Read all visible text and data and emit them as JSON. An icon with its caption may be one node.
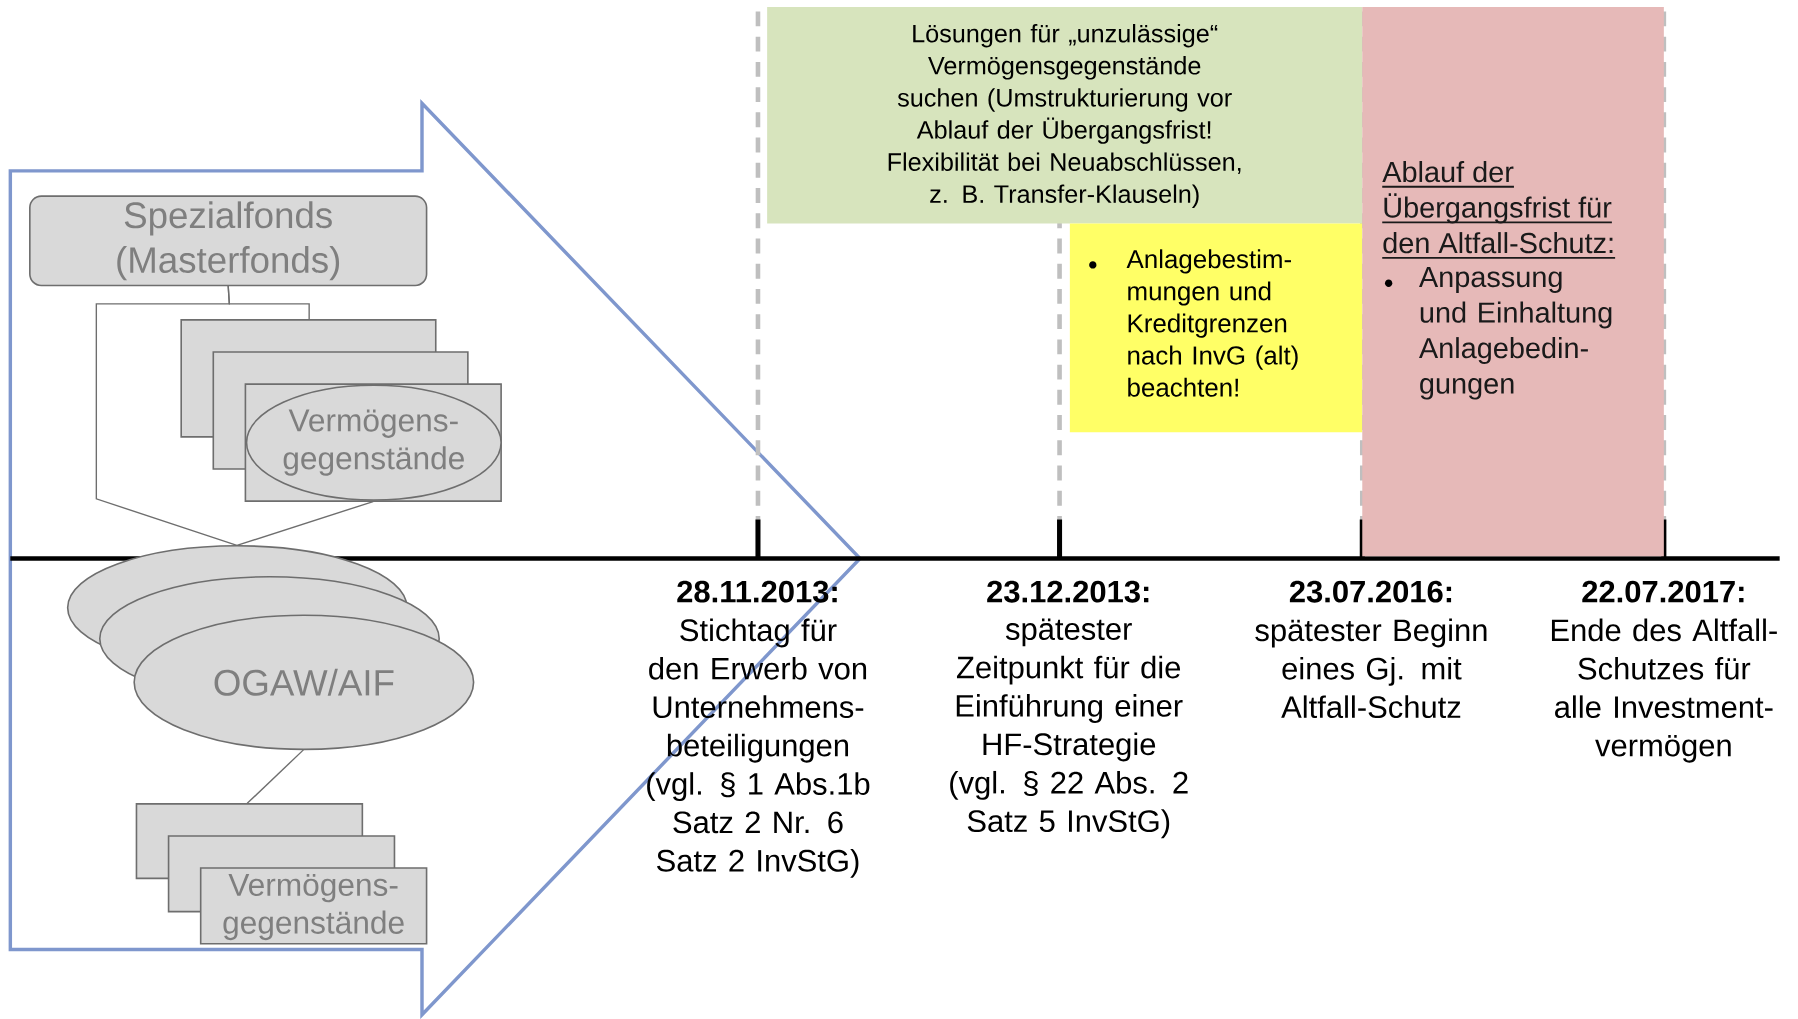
{
  "diagram": {
    "nodes": [
      {
        "text": [
          "Spezialfonds (Masterfonds)"
        ]
      },
      {
        "text": [],
        "shape": "box"
      },
      {
        "text": [
          "Vermögens-gegenstände"
        ],
        "in": 1
      },
      {
        "text": [
          "OGAW/AIF"
        ]
      },
      {
        "text": [
          "Vermögens-gegenstände"
        ]
      },
      {
        "text": [
          "Lösungen für „unzulässige“ Vermögensgegenstände suchen (Umstrukturierung vor Ablauf der Übergangsfrist!",
          "Flexibilität bei Neuabschlüssen, z. B. Transfer-Klauseln)"
        ]
      },
      {
        "text": [
          "Anlagebestim-mungen und Kreditgrenzen nach InvG (alt) beachten!"
        ]
      },
      {
        "text": [
          "Ablauf der Übergangsfrist für den Altfall-Schutz:",
          "Anpassung und Einhaltung Anlagebedin-gungen"
        ]
      }
    ],
    "edges": [
      {
        "from": 0,
        "to": 1,
        "arrow": "none"
      },
      {
        "from": 0,
        "to": 3,
        "arrow": "none"
      },
      {
        "from": 1,
        "to": 3,
        "arrow": "none"
      },
      {
        "from": 3,
        "to": 4,
        "arrow": "none"
      }
    ],
    "labels": [
      "28.11.2013:",
      "Stichtag für den Erwerb von Unternehmens-beteiligungen (vgl. § 1 Abs.1b Satz 2 Nr. 6 Satz 2 InvStG)",
      "23.12.2013:",
      "spätester Zeitpunkt für die Einführung einer HF-Strategie (vgl. § 22 Abs. 2 Satz 5 InvStG)",
      "23.07.2016:",
      "spätester Beginn eines Gj. mit Altfall-Schutz",
      "22.07.2017:",
      "Ende des Altfall-Schutzes für alle Investment-vermögen"
    ]
  }
}
